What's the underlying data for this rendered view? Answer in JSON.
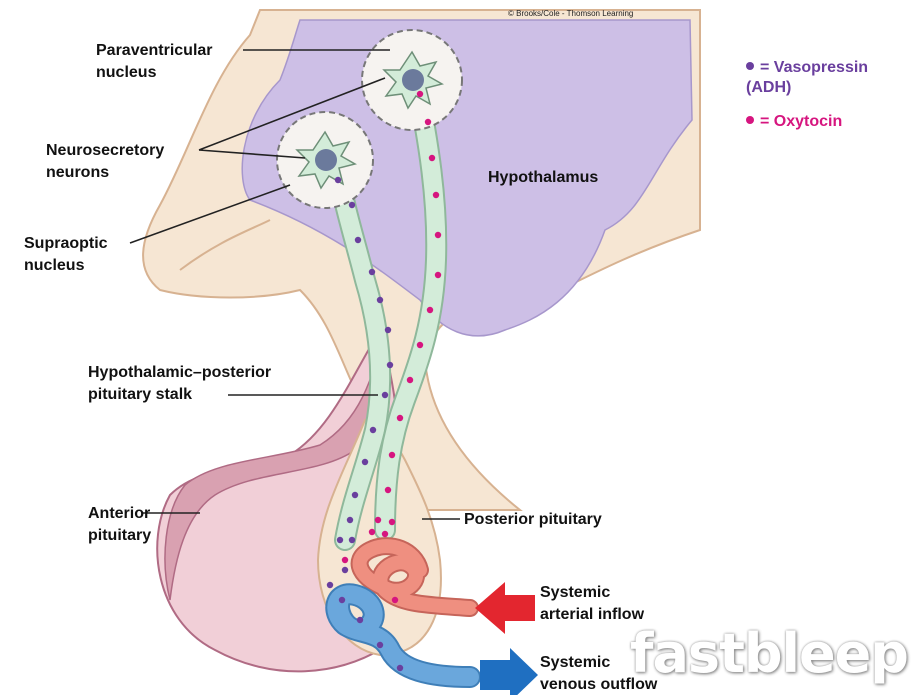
{
  "credit": "© Brooks/Cole - Thomson Learning",
  "labels": {
    "paraventricular": "Paraventricular\nnucleus",
    "neurosecretory": "Neurosecretory\nneurons",
    "supraoptic": "Supraoptic\nnucleus",
    "hypothalamus": "Hypothalamus",
    "stalk": "Hypothalamic–posterior\npituitary stalk",
    "anterior": "Anterior\npituitary",
    "posterior": "Posterior pituitary",
    "arterial": "Systemic\narterial inflow",
    "venous": "Systemic\nvenous outflow"
  },
  "legend": [
    {
      "text": "= Vasopressin\n(ADH)",
      "color": "#6a3f9e"
    },
    {
      "text": "= Oxytocin",
      "color": "#d6157f"
    }
  ],
  "colors": {
    "hypothalamus": "#cdbfe6",
    "tissue": "#f6e6d3",
    "tissue_edge": "#d7b291",
    "anterior": "#f1cfd7",
    "anterior_edge": "#b06b84",
    "axon": "#d3ecd9",
    "vasopressin": "#6a3f9e",
    "oxytocin": "#d6157f",
    "artery": "#ef8f80",
    "vein": "#6aa7dc",
    "arrow_red": "#e3262f",
    "arrow_blue": "#1f6fc1"
  },
  "watermark": "fastbleep"
}
